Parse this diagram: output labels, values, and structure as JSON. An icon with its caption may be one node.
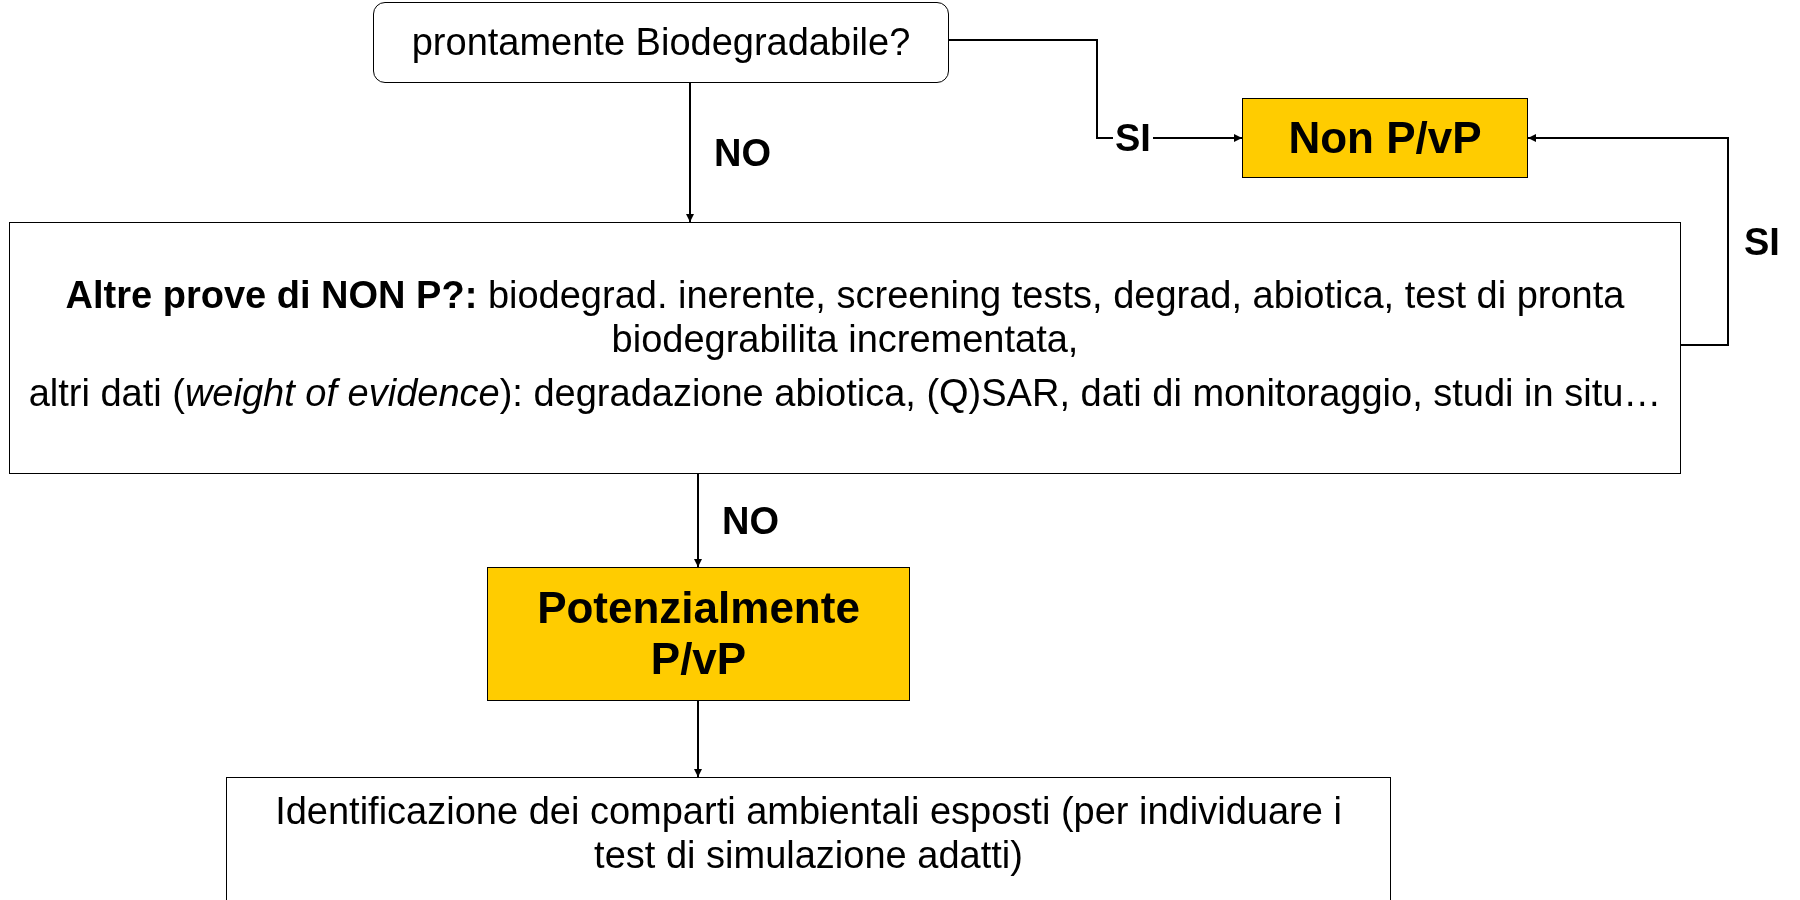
{
  "diagram": {
    "nodes": [
      {
        "text": [
          "prontamente Biodegradabile?"
        ]
      },
      {
        "text": [
          "Non P/vP"
        ]
      },
      {
        "text": [
          "**Altre prove di NON P?:** biodegrad. inerente, screening tests, degrad, abiotica, test di pronta biodegrabilita incrementata,",
          "altri dati (*weight of evidence*): degradazione abiotica, (Q)SAR, dati di monitoraggio, studi in situ…"
        ]
      },
      {
        "text": [
          "Potenzialmente P/vP"
        ]
      },
      {
        "text": [
          "Identificazione dei comparti ambientali esposti (per individuare i test di simulazione adatti)"
        ]
      }
    ],
    "edges": [
      {
        "from": 0,
        "to": 2,
        "arrow": "to",
        "label": "NO"
      },
      {
        "from": 0,
        "to": 1,
        "arrow": "to",
        "label": "SI"
      },
      {
        "from": 2,
        "to": 1,
        "arrow": "to",
        "label": "SI"
      },
      {
        "from": 2,
        "to": 3,
        "arrow": "to",
        "label": "NO"
      },
      {
        "from": 3,
        "to": 4,
        "arrow": "to"
      }
    ]
  }
}
